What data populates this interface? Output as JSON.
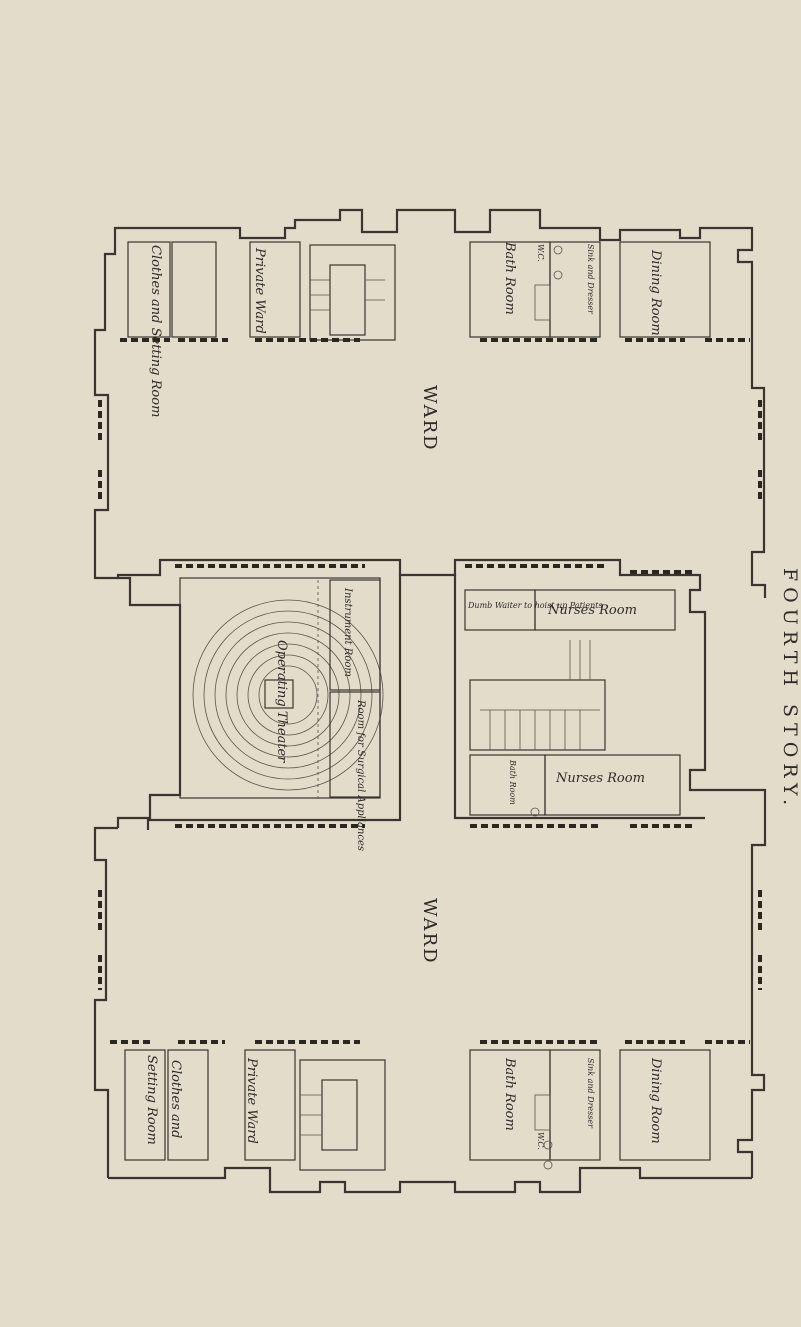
{
  "title": "FOURTH STORY.",
  "rooms": {
    "clothes_setting_top": "Clothes and Setting Room",
    "private_ward_top": "Private Ward",
    "bath_top": "Bath Room",
    "wc_top": "W.C.",
    "sink_top": "Sink and Dresser",
    "dining_top": "Dining Room",
    "ward_upper": "WARD",
    "dumb_waiter": "Dumb Waiter to hoist up Patients",
    "nurses_upper": "Nurses Room",
    "bath_mid": "Bath Room",
    "nurses_lower": "Nurses Room",
    "instrument_room": "Instrument Room",
    "operating_theater": "Operating Theater",
    "room_surgical": "Room for Surgical Appliances",
    "ward_lower": "WARD",
    "setting_bottom": "Setting Room",
    "clothes_bottom": "Clothes and",
    "private_ward_bottom": "Private Ward",
    "bath_bottom": "Bath Room",
    "wc_bottom": "W.C.",
    "sink_bottom": "Sink and Dresser",
    "dining_bottom": "Dining Room"
  }
}
